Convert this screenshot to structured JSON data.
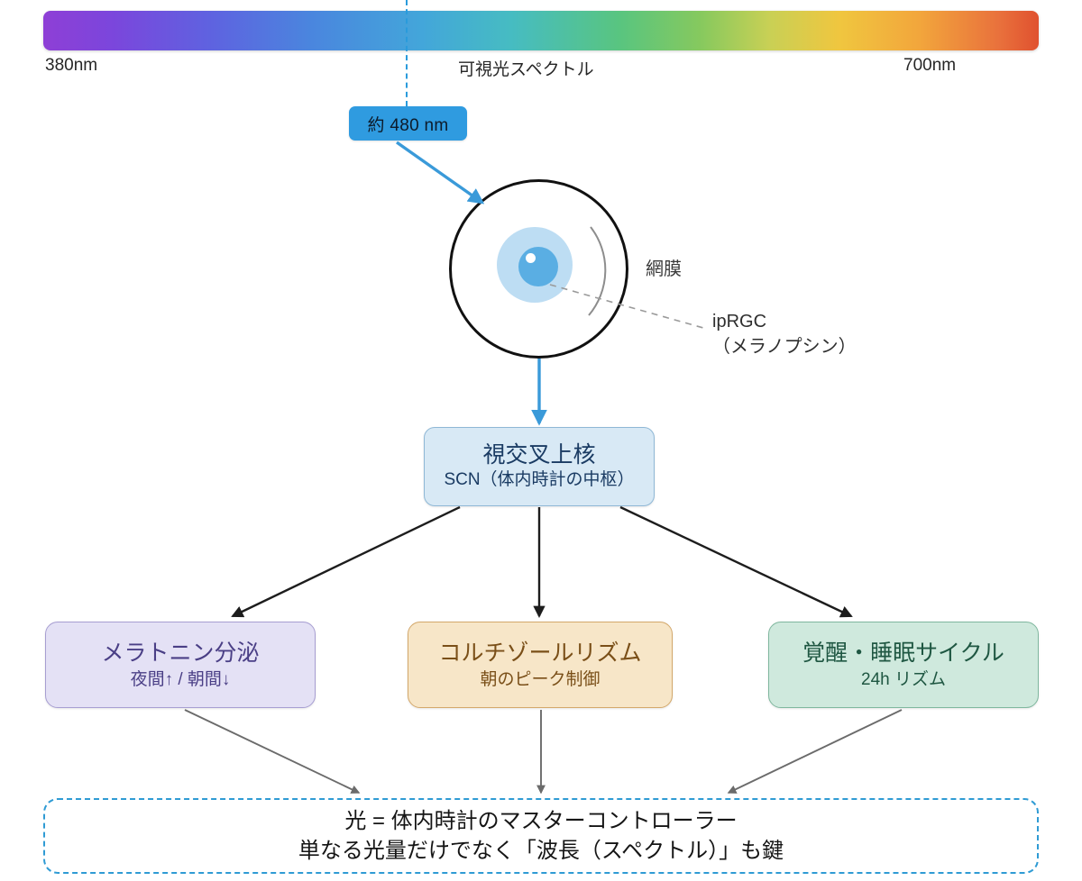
{
  "spectrum": {
    "left_label": "380nm",
    "center_label": "可視光スペクトル",
    "right_label": "700nm",
    "colors": {
      "violet": "#8e3fd6",
      "blue": "#4a86de",
      "cyan": "#46bcc2",
      "green": "#59c57f",
      "yellow": "#f0c63f",
      "orange": "#f2a63c",
      "red": "#e0512f"
    }
  },
  "marker": {
    "badge_label": "約 480 nm",
    "badge_color": "#2f9be0",
    "line_color": "#2a9bdc"
  },
  "eye": {
    "retina_label": "網膜",
    "iprgc_label_line1": "ipRGC",
    "iprgc_label_line2": "（メラノプシン）",
    "outline_color": "#111111",
    "iris_color": "#bdddf3",
    "pupil_color": "#5aaee3"
  },
  "scn": {
    "title": "視交叉上核",
    "subtitle": "SCN（体内時計の中枢）",
    "fill": "#d8e9f5",
    "border": "#8fb8d6",
    "text_color": "#1a3b63"
  },
  "outcomes": [
    {
      "key": "melatonin",
      "title": "メラトニン分泌",
      "subtitle": "夜間↑ / 朝間↓",
      "fill": "#e4e1f5",
      "border": "#a79ed2",
      "text_color": "#4a3f86"
    },
    {
      "key": "cortisol",
      "title": "コルチゾールリズム",
      "subtitle": "朝のピーク制御",
      "fill": "#f7e6c8",
      "border": "#d4a86a",
      "text_color": "#7a4f18"
    },
    {
      "key": "sleep",
      "title": "覚醒・睡眠サイクル",
      "subtitle": "24h リズム",
      "fill": "#cfe9dd",
      "border": "#7fb79e",
      "text_color": "#1f5742"
    }
  ],
  "summary": {
    "line1": "光 = 体内時計のマスターコントローラー",
    "line2": "単なる光量だけでなく「波長（スペクトル）」も鍵",
    "border_color": "#2f9bd4"
  }
}
